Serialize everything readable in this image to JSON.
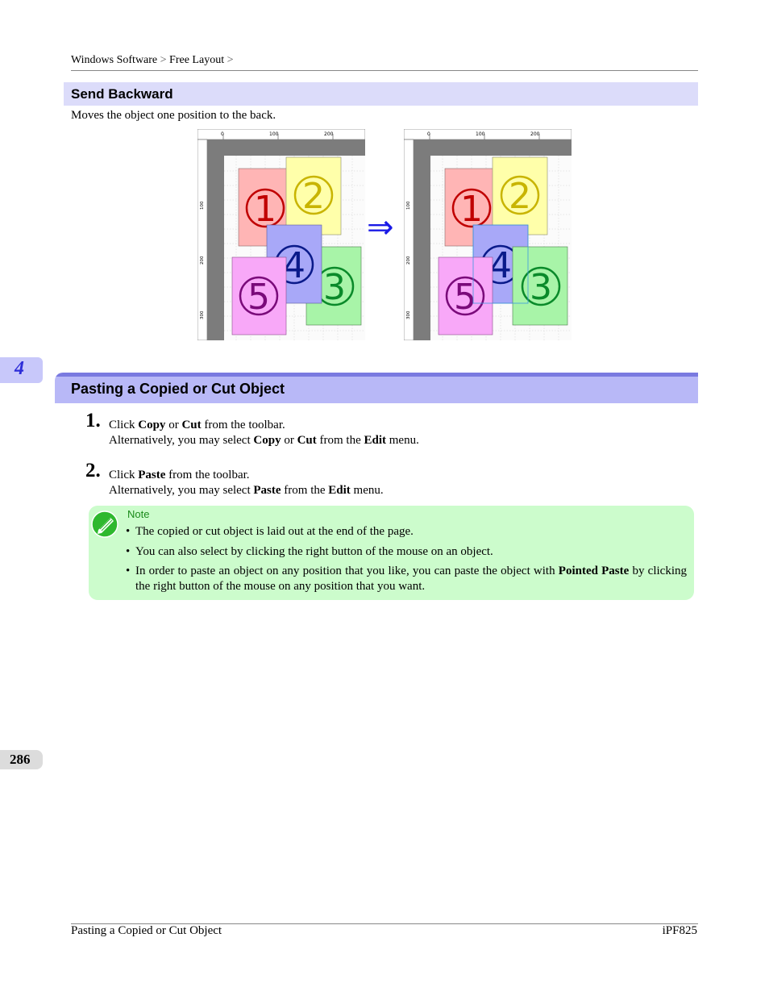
{
  "header": {
    "breadcrumb": [
      "Windows Software",
      "Free Layout"
    ],
    "separator": ">"
  },
  "section1": {
    "title": "Send Backward",
    "description": "Moves the object one position to the back.",
    "figure": {
      "ruler_labels": [
        "0",
        "100",
        "200"
      ],
      "side_ruler_labels": [
        "100",
        "200",
        "300"
      ],
      "arrow": "⇒",
      "objects": [
        {
          "id": "1",
          "color": "#ffb5b5",
          "digit_color": "#c00000"
        },
        {
          "id": "2",
          "color": "#ffffaa",
          "digit_color": "#c8b400"
        },
        {
          "id": "3",
          "color": "#a8f4a8",
          "digit_color": "#0a8a2a"
        },
        {
          "id": "4",
          "color": "#a8a8f8",
          "digit_color": "#0a1a8a"
        },
        {
          "id": "5",
          "color": "#f8a8f8",
          "digit_color": "#7a0a7a"
        }
      ]
    }
  },
  "chapter_tab": "4",
  "section2": {
    "title": "Pasting a Copied or Cut Object",
    "steps": [
      {
        "number": "1.",
        "line1": {
          "a": "Click ",
          "b1": "Copy",
          "c": " or ",
          "b2": "Cut",
          "d": " from the toolbar."
        },
        "line2": {
          "a": "Alternatively, you may select ",
          "b1": "Copy",
          "c": " or ",
          "b2": "Cut",
          "d": " from the ",
          "b3": "Edit",
          "e": " menu."
        }
      },
      {
        "number": "2.",
        "line1": {
          "a": "Click ",
          "b1": "Paste",
          "d": " from the toolbar."
        },
        "line2": {
          "a": "Alternatively, you may select ",
          "b1": "Paste",
          "c": " from the ",
          "b3": "Edit",
          "e": " menu."
        }
      }
    ],
    "note": {
      "label": "Note",
      "icon": "pencil-note-icon",
      "bullet": "•",
      "items": [
        "The copied or cut object is laid out at the end of the page.",
        "You can also select by clicking the right button of the mouse on an object."
      ],
      "item3": {
        "a": "In order to paste an object on any position that you like, you can paste the object with ",
        "b": "Pointed Paste",
        "c": " by clicking the right button of the mouse on any position that you want."
      }
    }
  },
  "page_number": "286",
  "footer": {
    "left": "Pasting a Copied or Cut Object",
    "right": "iPF825"
  }
}
